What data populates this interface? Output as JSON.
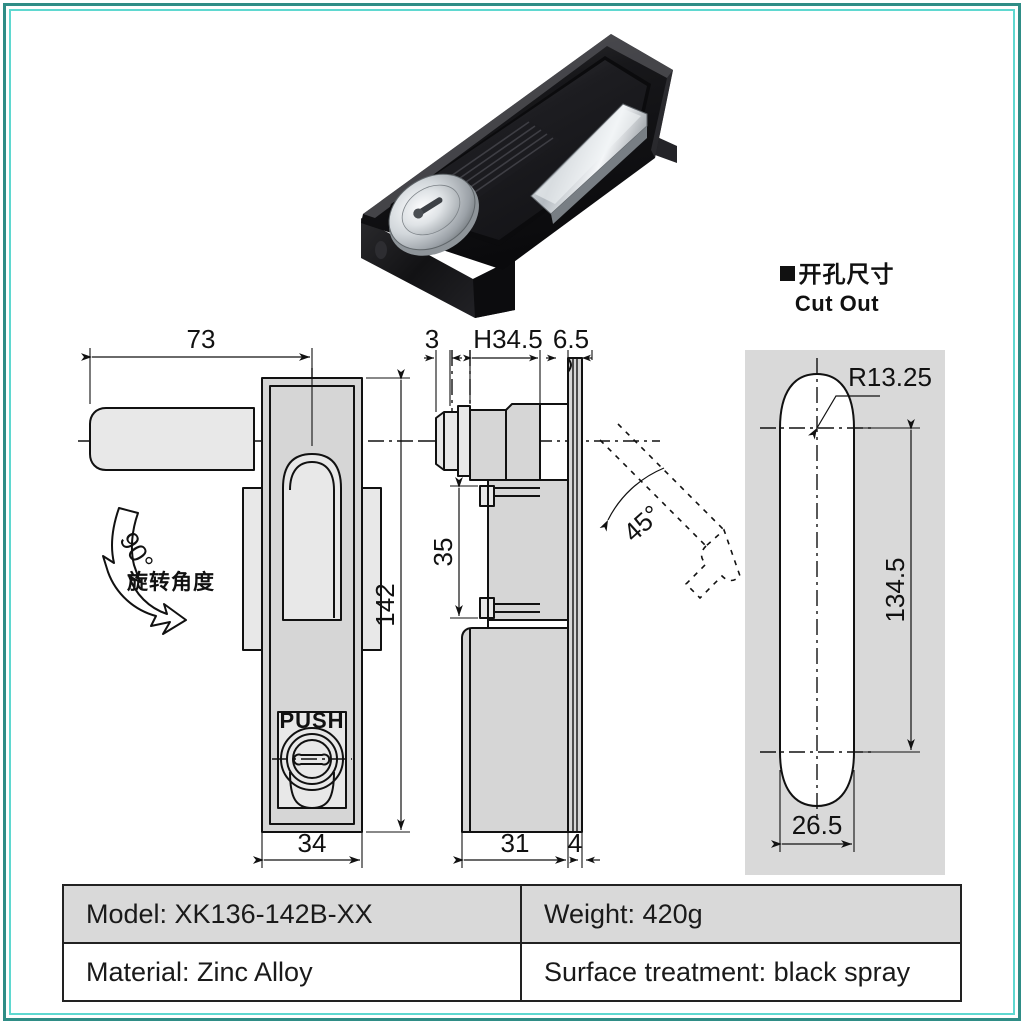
{
  "page": {
    "border_color_outer": "#2f8d86",
    "border_color_inner": "#5fd8d0",
    "background": "#ffffff"
  },
  "product_photo": {
    "name": "panel-lock-product-photo",
    "description": "Black rectangular panel lock with chrome key cylinder and chrome pull handle",
    "body_color": "#141414",
    "chrome_color": "#c8ccd0"
  },
  "cutout_section": {
    "label_cn": "开孔尺寸",
    "label_en": "Cut Out",
    "panel_bg": "#d9d9d9",
    "dimensions": {
      "radius": "R13.25",
      "height": "134.5",
      "width": "26.5"
    }
  },
  "front_view": {
    "name": "front-view",
    "rotation_angle": "90°",
    "rotation_label_cn": "旋转角度",
    "push_text": "PUSH",
    "dimensions": {
      "handle_length": "73",
      "body_height": "142",
      "body_width": "34"
    }
  },
  "side_view": {
    "name": "side-view",
    "swing_angle": "45°",
    "dimensions": {
      "front_plate": "3",
      "grip_depth": "H34.5",
      "panel_offset": "6.5",
      "mount_height": "35",
      "body_depth": "31",
      "panel_thickness": "4"
    }
  },
  "spec_table": {
    "rows": [
      {
        "left": "Model: XK136-142B-XX",
        "right": "Weight: 420g"
      },
      {
        "left": "Material: Zinc Alloy",
        "right": "Surface treatment: black spray"
      }
    ]
  }
}
